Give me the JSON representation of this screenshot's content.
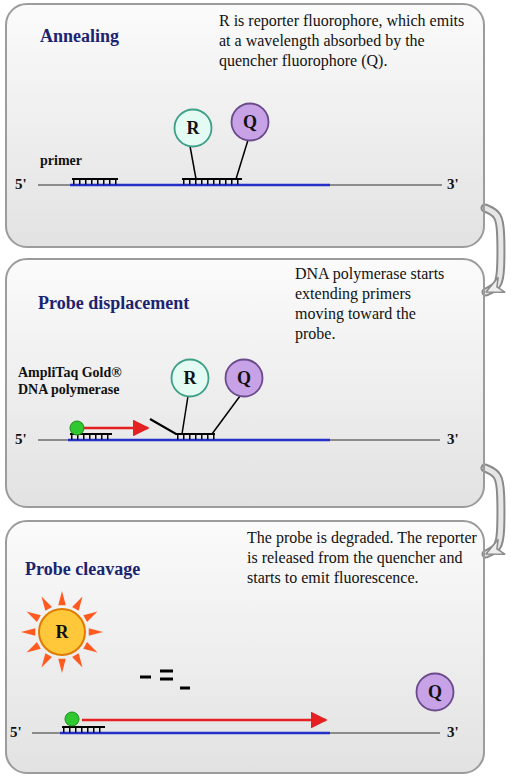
{
  "diagram": {
    "nodes": [
      {
        "text": [
          "Annealing",
          "R is reporter fluorophore, which emits at a wavelength absorbed by the quencher fluorophore (Q)."
        ]
      },
      {
        "text": [
          "R"
        ],
        "in": 0
      },
      {
        "text": [
          "Q"
        ],
        "in": 0
      },
      {
        "text": [
          "Probe displacement",
          "DNA polymerase starts extending primers moving toward the probe."
        ]
      },
      {
        "text": [
          "R"
        ],
        "in": 3
      },
      {
        "text": [
          "Q"
        ],
        "in": 3
      },
      {
        "text": [
          "Probe cleavage",
          "The probe is degraded. The reporter is released from the quencher and starts to emit fluorescence."
        ]
      },
      {
        "text": [
          "R"
        ],
        "in": 6
      },
      {
        "text": [
          "Q"
        ],
        "in": 6
      }
    ],
    "edges": [
      {
        "from": 0,
        "to": 3,
        "arrow": "to"
      },
      {
        "from": 3,
        "to": 6,
        "arrow": "to"
      }
    ],
    "labels": [
      "primer",
      "5'",
      "3'",
      "AmpliTaq Gold® DNA polymerase",
      "5'",
      "3'",
      "5'",
      "3'"
    ]
  }
}
